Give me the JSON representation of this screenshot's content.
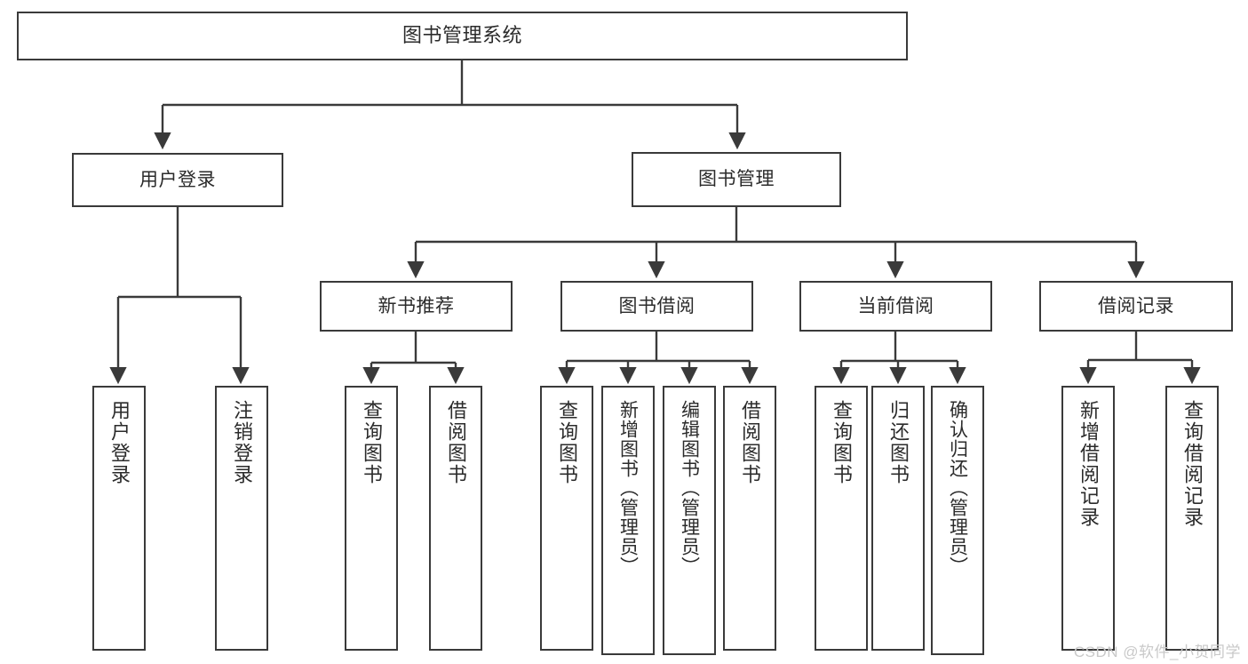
{
  "diagram": {
    "title": "图书管理系统",
    "type": "tree-hierarchy",
    "watermark": "CSDN @软件_小贺同学",
    "colors": {
      "box_border": "#3a3a3a",
      "box_fill": "#ffffff",
      "edge": "#3a3a3a",
      "text": "#2b2b2b",
      "watermark": "#c9c9c9",
      "background": "#ffffff"
    }
  },
  "nodes": {
    "root": {
      "label": "图书管理系统"
    },
    "level1": [
      {
        "id": "user-login",
        "label": "用户登录"
      },
      {
        "id": "book-management",
        "label": "图书管理"
      }
    ],
    "level2": [
      {
        "id": "new-book-recommend",
        "label": "新书推荐"
      },
      {
        "id": "book-borrow",
        "label": "图书借阅"
      },
      {
        "id": "current-borrow",
        "label": "当前借阅"
      },
      {
        "id": "borrow-record",
        "label": "借阅记录"
      }
    ],
    "leaves": {
      "user_login": [
        {
          "id": "user-login-leaf",
          "label": "用户登录"
        },
        {
          "id": "user-logout-leaf",
          "label": "注销登录"
        }
      ],
      "new_book_recommend": [
        {
          "id": "query-book-1",
          "label": "查询图书"
        },
        {
          "id": "borrow-book-1",
          "label": "借阅图书"
        }
      ],
      "book_borrow": [
        {
          "id": "query-book-2",
          "label": "查询图书"
        },
        {
          "id": "add-book-admin",
          "label": "新增图书（管理员）"
        },
        {
          "id": "edit-book-admin",
          "label": "编辑图书（管理员）"
        },
        {
          "id": "borrow-book-2",
          "label": "借阅图书"
        }
      ],
      "current_borrow": [
        {
          "id": "query-book-3",
          "label": "查询图书"
        },
        {
          "id": "return-book",
          "label": "归还图书"
        },
        {
          "id": "confirm-return-admin",
          "label": "确认归还（管理员）"
        }
      ],
      "borrow_record": [
        {
          "id": "add-borrow-record",
          "label": "新增借阅记录"
        },
        {
          "id": "query-borrow-record",
          "label": "查询借阅记录"
        }
      ]
    }
  }
}
